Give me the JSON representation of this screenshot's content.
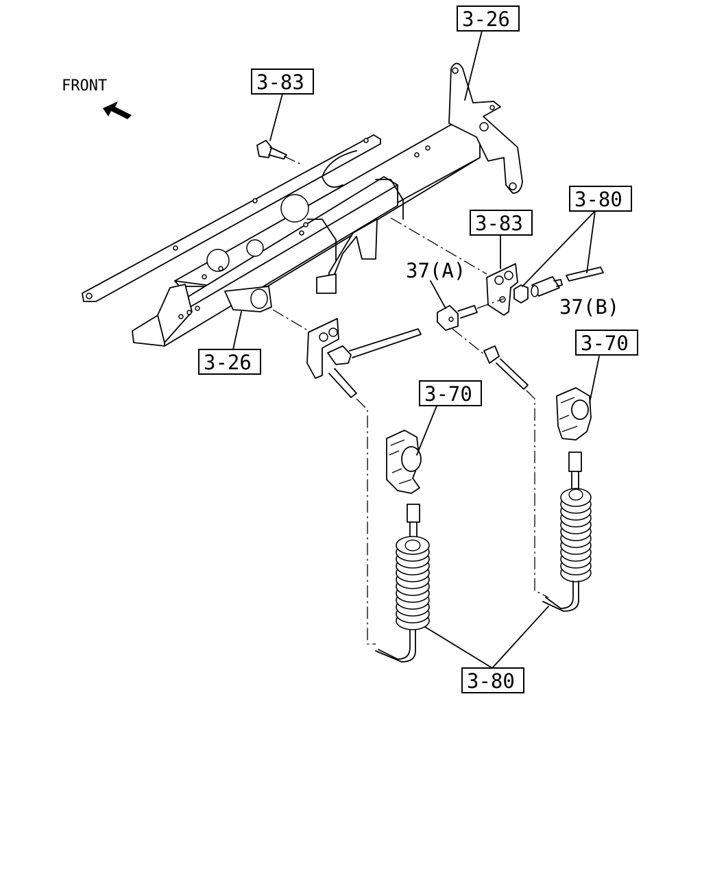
{
  "callouts": {
    "c_326_top": "3-26",
    "c_383_top": "3-83",
    "c_380_right": "3-80",
    "c_383_mid": "3-83",
    "c_37a": "37(A)",
    "c_37b": "37(B)",
    "c_326_left": "3-26",
    "c_370_right": "3-70",
    "c_370_mid": "3-70",
    "c_380_bottom": "3-80"
  },
  "front_label": "FRONT",
  "icons": {
    "front_arrow": "arrow-up-left-icon"
  }
}
